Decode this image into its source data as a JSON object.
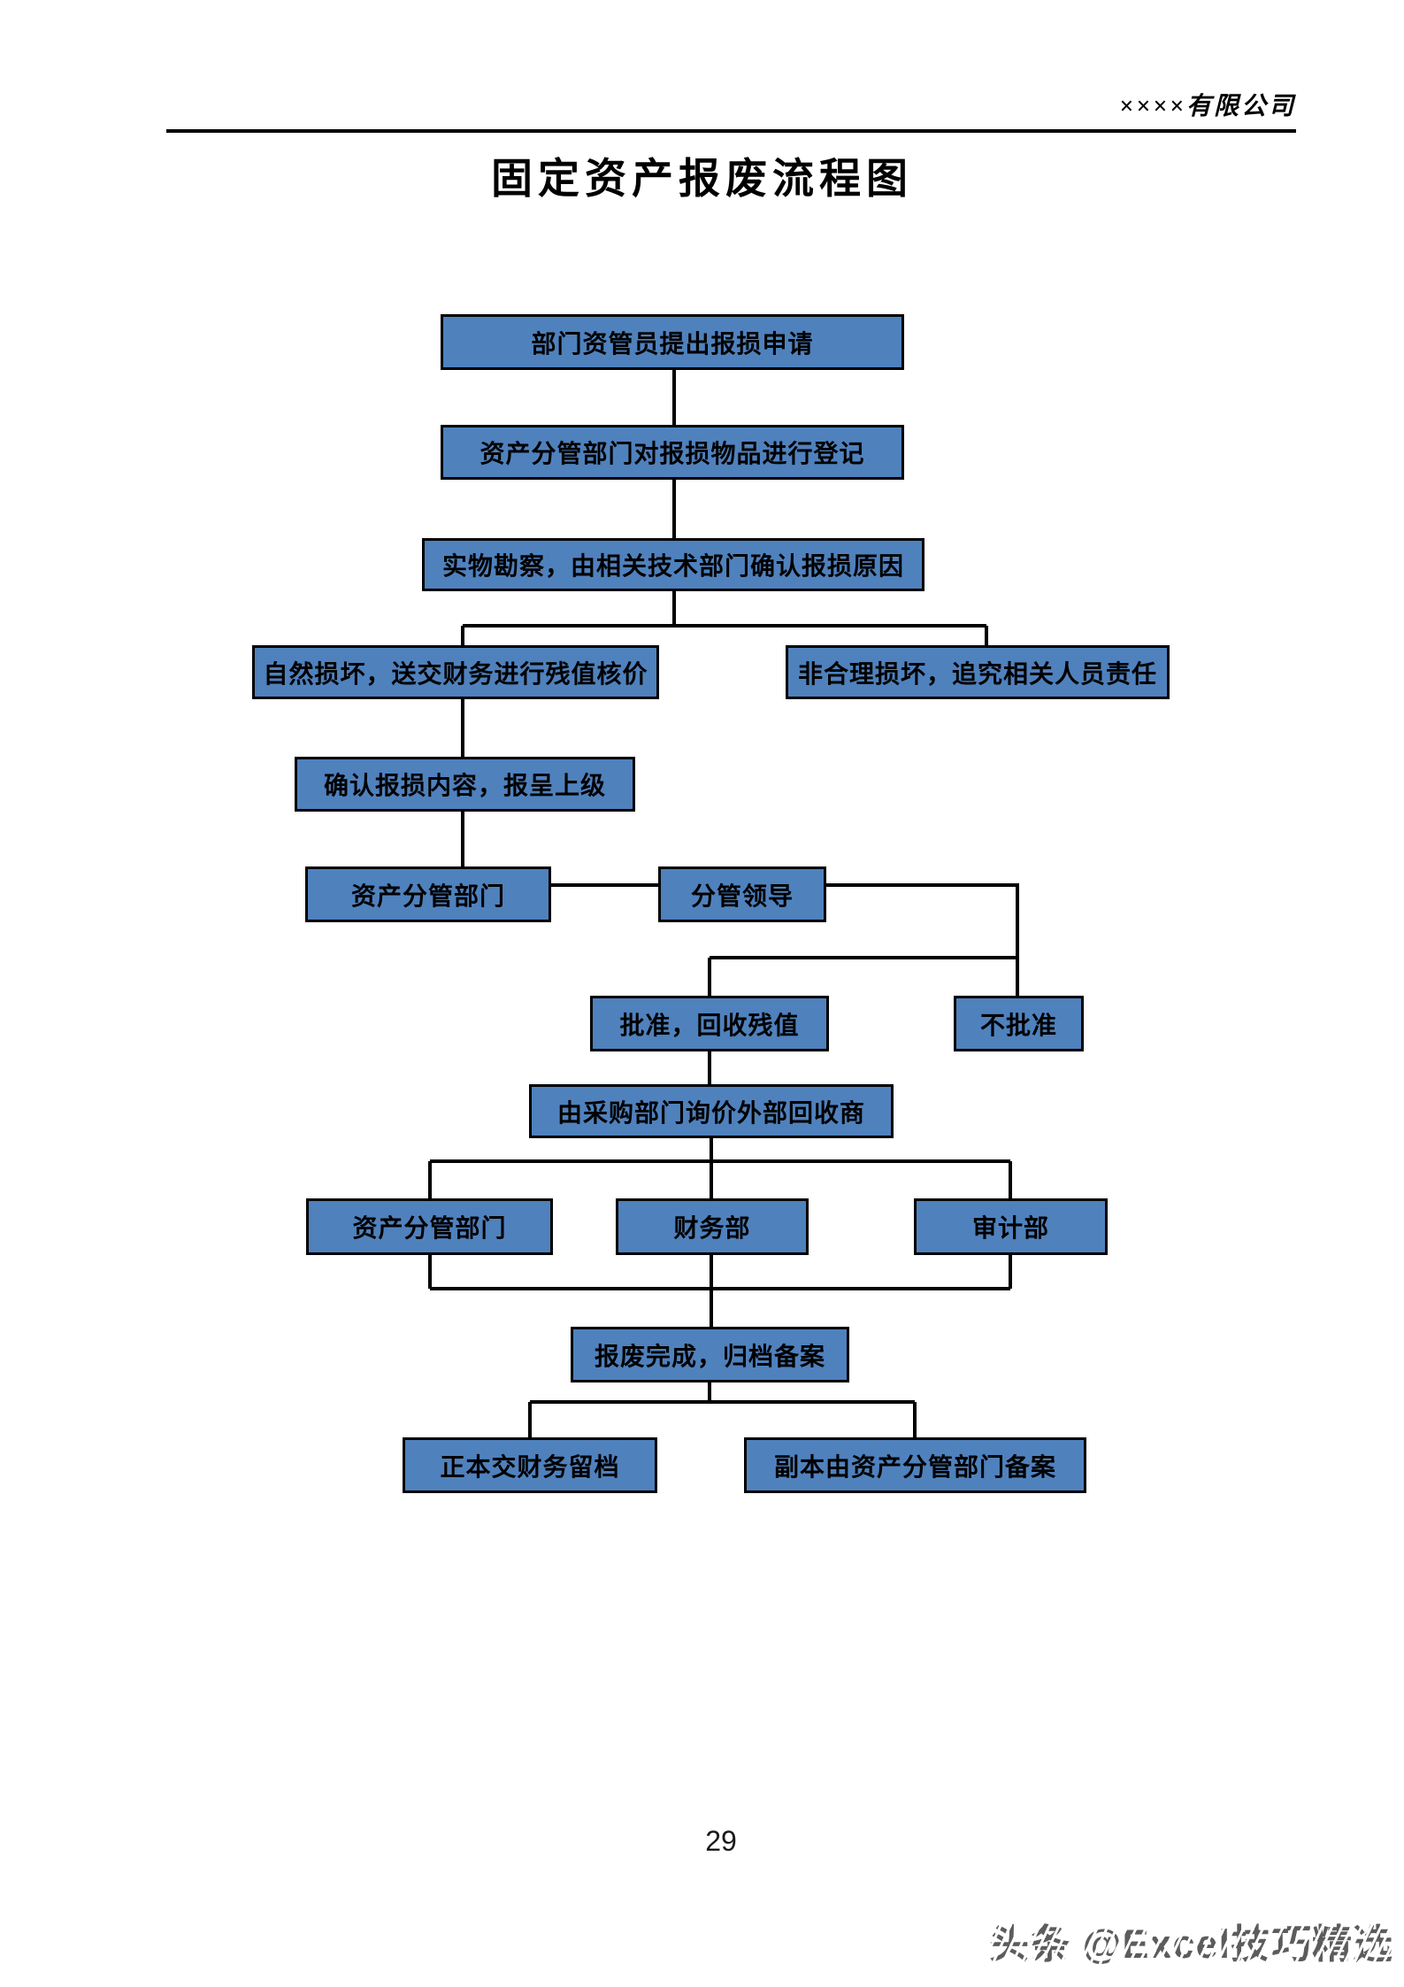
{
  "page": {
    "company": "××××有限公司",
    "title": "固定资产报废流程图",
    "page_number": "29",
    "watermark": "头条 @Excel技巧精选"
  },
  "colors": {
    "box_fill": "#4f81bd",
    "box_border": "#000000",
    "connector": "#000000"
  },
  "flowchart": {
    "nodes": [
      {
        "id": "apply",
        "label": "部门资管员提出报损申请"
      },
      {
        "id": "register",
        "label": "资产分管部门对报损物品进行登记"
      },
      {
        "id": "inspect",
        "label": "实物勘察，由相关技术部门确认报损原因"
      },
      {
        "id": "natural-damage",
        "label": "自然损坏，送交财务进行残值核价"
      },
      {
        "id": "improper-damage",
        "label": "非合理损坏，追究相关人员责任"
      },
      {
        "id": "confirm-report",
        "label": "确认报损内容，报呈上级"
      },
      {
        "id": "asset-dept-1",
        "label": "资产分管部门"
      },
      {
        "id": "leader",
        "label": "分管领导"
      },
      {
        "id": "approved",
        "label": "批准，回收残值"
      },
      {
        "id": "not-approved",
        "label": "不批准"
      },
      {
        "id": "purchasing-quote",
        "label": "由采购部门询价外部回收商"
      },
      {
        "id": "asset-dept-2",
        "label": "资产分管部门"
      },
      {
        "id": "finance-dept",
        "label": "财务部"
      },
      {
        "id": "audit-dept",
        "label": "审计部"
      },
      {
        "id": "archive",
        "label": "报废完成，归档备案"
      },
      {
        "id": "original-copy",
        "label": "正本交财务留档"
      },
      {
        "id": "duplicate-copy",
        "label": "副本由资产分管部门备案"
      }
    ]
  }
}
